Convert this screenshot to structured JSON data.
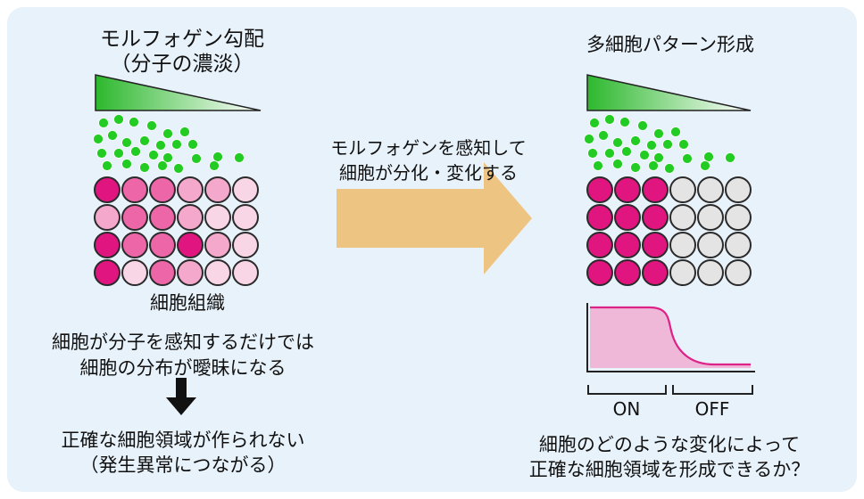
{
  "left": {
    "title_line1": "モルフォゲン勾配",
    "title_line2": "（分子の濃淡）",
    "tissue_label": "細胞組織",
    "problem_line1": "細胞が分子を感知するだけでは",
    "problem_line2": "細胞の分布が曖昧になる",
    "result_line1": "正確な細胞領域が作られない",
    "result_line2": "（発生異常につながる）"
  },
  "middle": {
    "arrow_line1": "モルフォゲンを感知して",
    "arrow_line2": "細胞が分化・変化する"
  },
  "right": {
    "title": "多細胞パターン形成",
    "on_label": "ON",
    "off_label": "OFF",
    "question_line1": "細胞のどのような変化によって",
    "question_line2": "正確な細胞領域を形成できるか？"
  },
  "colors": {
    "panel": "#e8f2fb",
    "gradient_start": "#2db82d",
    "dot_green": "#22cc22",
    "cell_outline": "#2a2a2a",
    "cell_magenta": "#e0157f",
    "cell_mid": "#ec66a8",
    "cell_light": "#f3a8cc",
    "cell_pale": "#f8d6e6",
    "cell_gray": "#e4e4e4",
    "arrow": "#eec483",
    "curve": "#dd2288",
    "curve_fill": "#f0b8d8"
  },
  "left_tissue_shades": [
    [
      "magenta",
      "mid",
      "mid",
      "light",
      "light",
      "pale"
    ],
    [
      "light",
      "mid",
      "mid",
      "light",
      "pale",
      "pale"
    ],
    [
      "magenta",
      "mid",
      "mid",
      "magenta",
      "light",
      "pale"
    ],
    [
      "magenta",
      "pale",
      "mid",
      "light",
      "pale",
      "pale"
    ]
  ],
  "right_tissue_shades": [
    [
      "magenta",
      "magenta",
      "magenta",
      "gray",
      "gray",
      "gray"
    ],
    [
      "magenta",
      "magenta",
      "magenta",
      "gray",
      "gray",
      "gray"
    ],
    [
      "magenta",
      "magenta",
      "magenta",
      "gray",
      "gray",
      "gray"
    ],
    [
      "magenta",
      "magenta",
      "magenta",
      "gray",
      "gray",
      "gray"
    ]
  ]
}
